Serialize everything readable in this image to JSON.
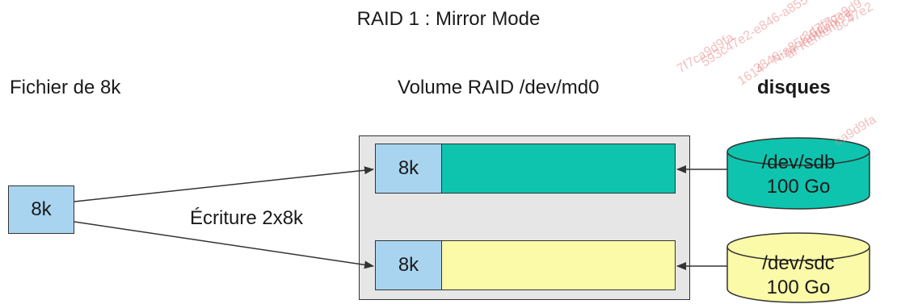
{
  "title": "RAID 1 : Mirror Mode",
  "columns": {
    "file": "Fichier de 8k",
    "volume": "Volume RAID /dev/md0",
    "disks": "disques"
  },
  "source_block": "8k",
  "write_label": "Écriture 2x8k",
  "mirrors": [
    {
      "chunk": "8k",
      "device": "/dev/sdb",
      "size": "100 Go",
      "color": "#0ec4ae"
    },
    {
      "chunk": "8k",
      "device": "/dev/sdc",
      "size": "100 Go",
      "color": "#fafaa8"
    }
  ],
  "block_color": "#a8d4f0",
  "watermark": {
    "lines": [
      "3c47e2",
      "3d7f7ca9d9",
      "ar Kerkeni - 5",
      "3846-a855-5d7f7ca",
      "1614 - Nizar Kerkeni",
      "593c47e2-e846-a855",
      "7f7ca9d9fa",
      "ca9d9fa"
    ],
    "color": "#e88a8a"
  }
}
